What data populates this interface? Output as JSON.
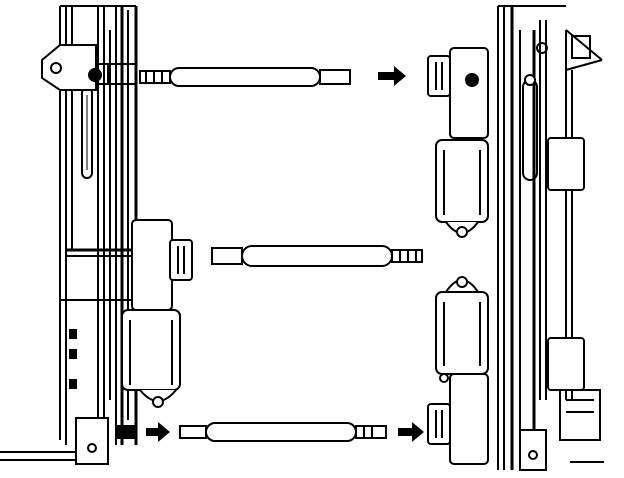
{
  "figure": {
    "style": "black line-art technical illustration",
    "background_color": "#ffffff",
    "ink_color": "#000000",
    "text": []
  },
  "left_assembly": {
    "label": "",
    "motors": 1,
    "connector_shafts_attached": 1
  },
  "right_assembly": {
    "label": "",
    "motors": 2
  },
  "shafts": [
    {
      "id": "upper",
      "arrow_direction": "right"
    },
    {
      "id": "middle",
      "arrow_direction": "none"
    },
    {
      "id": "lower",
      "arrow_direction": "right"
    }
  ],
  "arrows": [
    {
      "id": "upper-arrow",
      "direction": "right"
    },
    {
      "id": "lower-left-arrow",
      "direction": "right"
    },
    {
      "id": "lower-right-arrow",
      "direction": "right"
    }
  ]
}
